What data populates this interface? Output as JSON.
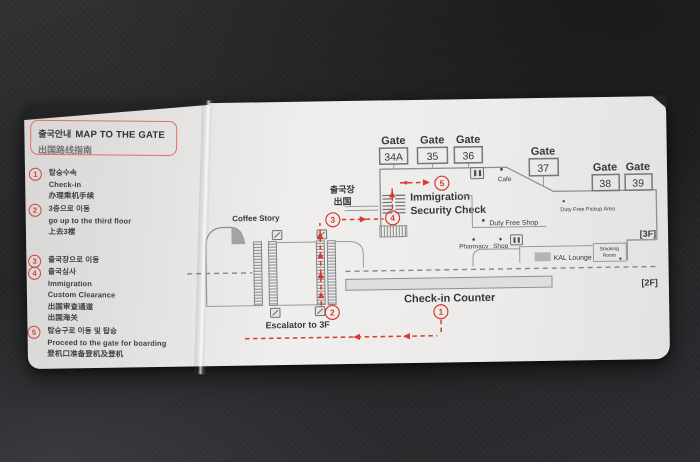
{
  "left_panel": {
    "title_kr": "출국안내",
    "title_en": "MAP TO THE GATE",
    "subtitle_cn": "出国路线指南",
    "steps": [
      {
        "num": "1",
        "lines": [
          "탑승수속",
          "Check-in",
          "办理乘机手续"
        ]
      },
      {
        "num": "2",
        "lines": [
          "3층으로 이동",
          "go up to the third floor",
          "上去3楼"
        ]
      },
      {
        "num": "3",
        "lines": [
          "출국장으로 이동"
        ]
      },
      {
        "num": "4",
        "lines": [
          "출국심사",
          "Immigration",
          "Custom Clearance",
          "出国审查通道",
          "出国海关"
        ]
      },
      {
        "num": "5",
        "lines": [
          "탑승구로 이동 및 탑승",
          "Proceed to the gate for boarding",
          "登机口准备登机及登机"
        ]
      }
    ]
  },
  "map": {
    "gates": [
      {
        "label": "Gate",
        "number": "34A"
      },
      {
        "label": "Gate",
        "number": "35"
      },
      {
        "label": "Gate",
        "number": "36"
      },
      {
        "label": "Gate",
        "number": "37"
      },
      {
        "label": "Gate",
        "number": "38"
      },
      {
        "label": "Gate",
        "number": "39"
      }
    ],
    "departure_kr": "출국장",
    "departure_cn": "出国",
    "immigration": "Immigration",
    "security_check": "Security Check",
    "cafe": "Cafe",
    "duty_free_shop": "Duty Free Shop",
    "duty_free_pickup": "Duty Free Pickup Area",
    "pharmacy": "Pharmacy",
    "shop": "Shop",
    "kal_lounge": "KAL Lounge",
    "smoking_line1": "Smoking",
    "smoking_line2": "Room",
    "floor_3f": "[3F]",
    "floor_2f": "[2F]",
    "check_in_counter": "Check-in Counter",
    "escalator_label": "Escalator to 3F",
    "coffee_story": "Coffee Story",
    "markers": [
      "1",
      "2",
      "3",
      "4",
      "5"
    ]
  },
  "colors": {
    "accent_red": "#dd7168",
    "route_red": "#d63a2d",
    "paper": "#edecea",
    "map_line": "#8f8f8d",
    "text_dark": "#38383a",
    "background": "#28282a"
  }
}
